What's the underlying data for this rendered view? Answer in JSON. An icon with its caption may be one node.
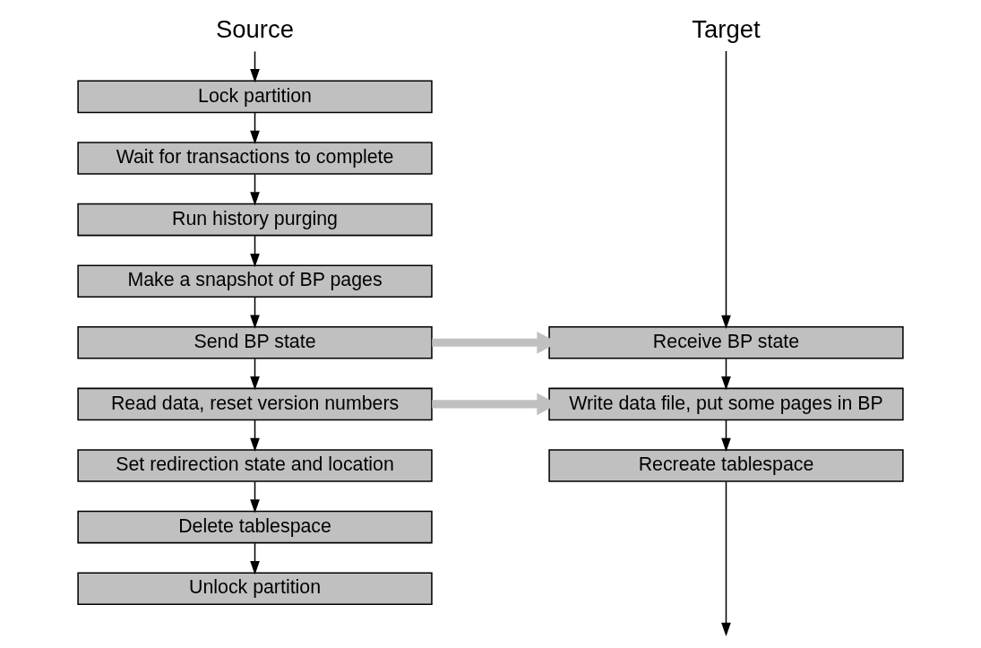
{
  "diagram": {
    "nodes": [
      {
        "text": [
          "Source"
        ]
      },
      {
        "text": [
          "Lock partition"
        ]
      },
      {
        "text": [
          "Wait for transactions to complete"
        ]
      },
      {
        "text": [
          "Run history purging"
        ]
      },
      {
        "text": [
          "Make a snapshot of BP pages"
        ]
      },
      {
        "text": [
          "Send BP state"
        ]
      },
      {
        "text": [
          "Read data, reset version numbers"
        ]
      },
      {
        "text": [
          "Set redirection state and location"
        ]
      },
      {
        "text": [
          "Delete tablespace"
        ]
      },
      {
        "text": [
          "Unlock partition"
        ]
      },
      {
        "text": [
          "Target"
        ]
      },
      {
        "text": [
          "Receive BP state"
        ]
      },
      {
        "text": [
          "Write data file, put some pages in BP"
        ]
      },
      {
        "text": [
          "Recreate tablespace"
        ]
      }
    ],
    "edges": [
      {
        "from": 0,
        "to": 1,
        "arrow": "to"
      },
      {
        "from": 1,
        "to": 2,
        "arrow": "to"
      },
      {
        "from": 2,
        "to": 3,
        "arrow": "to"
      },
      {
        "from": 3,
        "to": 4,
        "arrow": "to"
      },
      {
        "from": 4,
        "to": 5,
        "arrow": "to"
      },
      {
        "from": 5,
        "to": 6,
        "arrow": "to"
      },
      {
        "from": 6,
        "to": 7,
        "arrow": "to"
      },
      {
        "from": 7,
        "to": 8,
        "arrow": "to"
      },
      {
        "from": 8,
        "to": 9,
        "arrow": "to"
      },
      {
        "from": 10,
        "to": 11,
        "arrow": "to"
      },
      {
        "from": 11,
        "to": 12,
        "arrow": "to"
      },
      {
        "from": 12,
        "to": 13,
        "arrow": "to"
      },
      {
        "from": 13,
        "to": null,
        "arrow": "to"
      },
      {
        "from": 5,
        "to": 11,
        "arrow": "to",
        "style": "thick",
        "color": "#c0c0c0"
      },
      {
        "from": 6,
        "to": 12,
        "arrow": "to",
        "style": "thick",
        "color": "#c0c0c0"
      }
    ]
  }
}
